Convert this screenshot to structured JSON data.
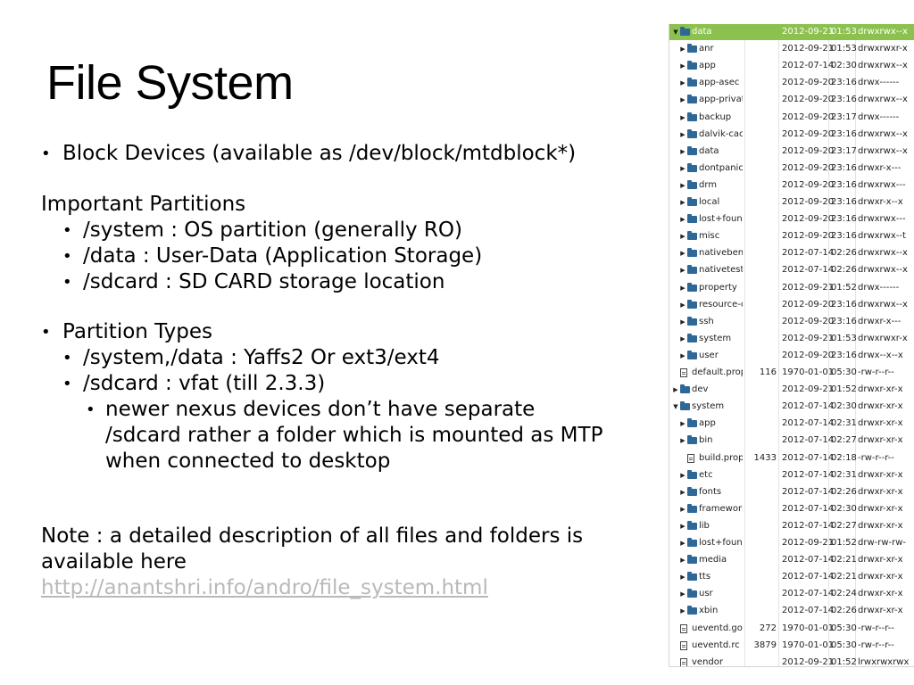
{
  "slide": {
    "title": "File System",
    "lines": [
      {
        "text": "Block Devices (available as /dev/block/mtdblock*)",
        "bullet": true,
        "level": 0
      },
      {
        "text": "Important Partitions",
        "bullet": false,
        "level": 0
      },
      {
        "text": "/system : OS partition (generally RO)",
        "bullet": true,
        "level": 1
      },
      {
        "text": "/data : User-Data (Application Storage)",
        "bullet": true,
        "level": 1
      },
      {
        "text": "/sdcard : SD CARD storage location",
        "bullet": true,
        "level": 1
      },
      {
        "text": "Partition Types",
        "bullet": true,
        "level": 0
      },
      {
        "text": "/system,/data : Yaffs2 Or ext3/ext4",
        "bullet": true,
        "level": 1
      },
      {
        "text": "/sdcard : vfat (till 2.3.3)",
        "bullet": true,
        "level": 1
      },
      {
        "text": "newer nexus devices don’t have separate",
        "bullet": true,
        "level": 2
      },
      {
        "text": "/sdcard rather a folder which is mounted as MTP",
        "bullet": false,
        "level": 2
      },
      {
        "text": "when connected to desktop",
        "bullet": false,
        "level": 2
      },
      {
        "text": "Note : a detailed description of all files and folders is",
        "bullet": false,
        "level": 0
      },
      {
        "text": "available here",
        "bullet": false,
        "level": 0
      }
    ],
    "link_text": "http://anantshri.info/andro/file_system.html"
  },
  "file_browser": {
    "rows": [
      {
        "name": "data",
        "size": "",
        "date": "2012-09-21",
        "time": "01:53",
        "perm": "drwxrwx--x",
        "type": "folder",
        "level": 0,
        "expanded": true,
        "selected": true
      },
      {
        "name": "anr",
        "size": "",
        "date": "2012-09-21",
        "time": "01:53",
        "perm": "drwxrwxr-x",
        "type": "folder",
        "level": 1,
        "expanded": false
      },
      {
        "name": "app",
        "size": "",
        "date": "2012-07-14",
        "time": "02:30",
        "perm": "drwxrwx--x",
        "type": "folder",
        "level": 1,
        "expanded": false
      },
      {
        "name": "app-asec",
        "size": "",
        "date": "2012-09-20",
        "time": "23:16",
        "perm": "drwx------",
        "type": "folder",
        "level": 1,
        "expanded": false
      },
      {
        "name": "app-private",
        "size": "",
        "date": "2012-09-20",
        "time": "23:16",
        "perm": "drwxrwx--x",
        "type": "folder",
        "level": 1,
        "expanded": false
      },
      {
        "name": "backup",
        "size": "",
        "date": "2012-09-20",
        "time": "23:17",
        "perm": "drwx------",
        "type": "folder",
        "level": 1,
        "expanded": false
      },
      {
        "name": "dalvik-cache",
        "size": "",
        "date": "2012-09-20",
        "time": "23:16",
        "perm": "drwxrwx--x",
        "type": "folder",
        "level": 1,
        "expanded": false
      },
      {
        "name": "data",
        "size": "",
        "date": "2012-09-20",
        "time": "23:17",
        "perm": "drwxrwx--x",
        "type": "folder",
        "level": 1,
        "expanded": false
      },
      {
        "name": "dontpanic",
        "size": "",
        "date": "2012-09-20",
        "time": "23:16",
        "perm": "drwxr-x---",
        "type": "folder",
        "level": 1,
        "expanded": false
      },
      {
        "name": "drm",
        "size": "",
        "date": "2012-09-20",
        "time": "23:16",
        "perm": "drwxrwx---",
        "type": "folder",
        "level": 1,
        "expanded": false
      },
      {
        "name": "local",
        "size": "",
        "date": "2012-09-20",
        "time": "23:16",
        "perm": "drwxr-x--x",
        "type": "folder",
        "level": 1,
        "expanded": false
      },
      {
        "name": "lost+found",
        "size": "",
        "date": "2012-09-20",
        "time": "23:16",
        "perm": "drwxrwx---",
        "type": "folder",
        "level": 1,
        "expanded": false
      },
      {
        "name": "misc",
        "size": "",
        "date": "2012-09-20",
        "time": "23:16",
        "perm": "drwxrwx--t",
        "type": "folder",
        "level": 1,
        "expanded": false
      },
      {
        "name": "nativebenchmark",
        "size": "",
        "date": "2012-07-14",
        "time": "02:26",
        "perm": "drwxrwx--x",
        "type": "folder",
        "level": 1,
        "expanded": false
      },
      {
        "name": "nativetest",
        "size": "",
        "date": "2012-07-14",
        "time": "02:26",
        "perm": "drwxrwx--x",
        "type": "folder",
        "level": 1,
        "expanded": false
      },
      {
        "name": "property",
        "size": "",
        "date": "2012-09-21",
        "time": "01:52",
        "perm": "drwx------",
        "type": "folder",
        "level": 1,
        "expanded": false
      },
      {
        "name": "resource-cache",
        "size": "",
        "date": "2012-09-20",
        "time": "23:16",
        "perm": "drwxrwx--x",
        "type": "folder",
        "level": 1,
        "expanded": false
      },
      {
        "name": "ssh",
        "size": "",
        "date": "2012-09-20",
        "time": "23:16",
        "perm": "drwxr-x---",
        "type": "folder",
        "level": 1,
        "expanded": false
      },
      {
        "name": "system",
        "size": "",
        "date": "2012-09-21",
        "time": "01:53",
        "perm": "drwxrwxr-x",
        "type": "folder",
        "level": 1,
        "expanded": false
      },
      {
        "name": "user",
        "size": "",
        "date": "2012-09-20",
        "time": "23:16",
        "perm": "drwx--x--x",
        "type": "folder",
        "level": 1,
        "expanded": false
      },
      {
        "name": "default.prop",
        "size": "116",
        "date": "1970-01-01",
        "time": "05:30",
        "perm": "-rw-r--r--",
        "type": "file",
        "level": 0,
        "expanded": false
      },
      {
        "name": "dev",
        "size": "",
        "date": "2012-09-21",
        "time": "01:52",
        "perm": "drwxr-xr-x",
        "type": "folder",
        "level": 0,
        "expanded": false
      },
      {
        "name": "system",
        "size": "",
        "date": "2012-07-14",
        "time": "02:30",
        "perm": "drwxr-xr-x",
        "type": "folder",
        "level": 0,
        "expanded": true
      },
      {
        "name": "app",
        "size": "",
        "date": "2012-07-14",
        "time": "02:31",
        "perm": "drwxr-xr-x",
        "type": "folder",
        "level": 1,
        "expanded": false
      },
      {
        "name": "bin",
        "size": "",
        "date": "2012-07-14",
        "time": "02:27",
        "perm": "drwxr-xr-x",
        "type": "folder",
        "level": 1,
        "expanded": false
      },
      {
        "name": "build.prop",
        "size": "1433",
        "date": "2012-07-14",
        "time": "02:18",
        "perm": "-rw-r--r--",
        "type": "file",
        "level": 1,
        "expanded": false
      },
      {
        "name": "etc",
        "size": "",
        "date": "2012-07-14",
        "time": "02:31",
        "perm": "drwxr-xr-x",
        "type": "folder",
        "level": 1,
        "expanded": false
      },
      {
        "name": "fonts",
        "size": "",
        "date": "2012-07-14",
        "time": "02:26",
        "perm": "drwxr-xr-x",
        "type": "folder",
        "level": 1,
        "expanded": false
      },
      {
        "name": "framework",
        "size": "",
        "date": "2012-07-14",
        "time": "02:30",
        "perm": "drwxr-xr-x",
        "type": "folder",
        "level": 1,
        "expanded": false
      },
      {
        "name": "lib",
        "size": "",
        "date": "2012-07-14",
        "time": "02:27",
        "perm": "drwxr-xr-x",
        "type": "folder",
        "level": 1,
        "expanded": false
      },
      {
        "name": "lost+found",
        "size": "",
        "date": "2012-09-21",
        "time": "01:52",
        "perm": "drw-rw-rw-",
        "type": "folder",
        "level": 1,
        "expanded": false
      },
      {
        "name": "media",
        "size": "",
        "date": "2012-07-14",
        "time": "02:21",
        "perm": "drwxr-xr-x",
        "type": "folder",
        "level": 1,
        "expanded": false
      },
      {
        "name": "tts",
        "size": "",
        "date": "2012-07-14",
        "time": "02:21",
        "perm": "drwxr-xr-x",
        "type": "folder",
        "level": 1,
        "expanded": false
      },
      {
        "name": "usr",
        "size": "",
        "date": "2012-07-14",
        "time": "02:24",
        "perm": "drwxr-xr-x",
        "type": "folder",
        "level": 1,
        "expanded": false
      },
      {
        "name": "xbin",
        "size": "",
        "date": "2012-07-14",
        "time": "02:26",
        "perm": "drwxr-xr-x",
        "type": "folder",
        "level": 1,
        "expanded": false
      },
      {
        "name": "ueventd.goldfish.rc",
        "size": "272",
        "date": "1970-01-01",
        "time": "05:30",
        "perm": "-rw-r--r--",
        "type": "file",
        "level": 0,
        "expanded": false
      },
      {
        "name": "ueventd.rc",
        "size": "3879",
        "date": "1970-01-01",
        "time": "05:30",
        "perm": "-rw-r--r--",
        "type": "file",
        "level": 0,
        "expanded": false
      },
      {
        "name": "vendor",
        "size": "",
        "date": "2012-09-21",
        "time": "01:52",
        "perm": "lrwxrwxrwx",
        "type": "file",
        "level": 0,
        "expanded": false
      }
    ]
  }
}
